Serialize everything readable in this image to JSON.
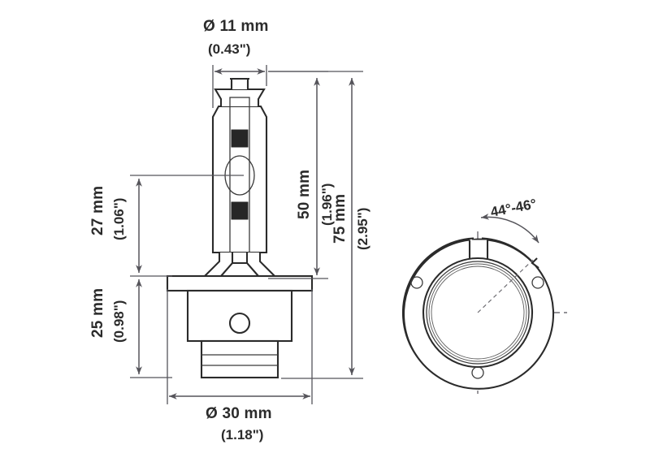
{
  "drawing": {
    "title": "D2S HID Xenon Bulb Dimension Drawing",
    "stroke_color": "#2b2b2b",
    "dimension_color": "#55545a",
    "text_color": "#2b2b2b",
    "background": "#ffffff"
  },
  "dimensions": {
    "top_diameter": {
      "label": "Ø 11 mm",
      "sub": "(0.43\")",
      "orientation": "horizontal",
      "measures": "glass envelope outer diameter"
    },
    "arc_height": {
      "label": "27  mm",
      "sub": "(1.06\")",
      "orientation": "vertical-rotated",
      "measures": "arc center to base flange"
    },
    "base_height": {
      "label": "25  mm",
      "sub": "(0.98\")",
      "orientation": "vertical-rotated",
      "measures": "base flange to bottom of base"
    },
    "glass_length": {
      "label": "50 mm",
      "sub": "(1.96\")",
      "orientation": "vertical-rotated",
      "measures": "top of bulb to base flange"
    },
    "overall_length": {
      "label": "75 mm",
      "sub": "(2.95\")",
      "orientation": "vertical-rotated",
      "measures": "total bulb length"
    },
    "base_diameter": {
      "label": "Ø 30 mm",
      "sub": "(1.18\")",
      "orientation": "horizontal",
      "measures": "base flange outer diameter"
    },
    "keyway_angle": {
      "label": "44°-46°",
      "orientation": "angled",
      "measures": "keyway notch to locating lug angle"
    }
  },
  "views": {
    "side_view": {
      "name": "side-elevation-view",
      "features": [
        "glass envelope",
        "arc tube",
        "electrodes",
        "pinch seal tip",
        "mount frame",
        "base flange",
        "base body",
        "contact ring"
      ]
    },
    "bottom_view": {
      "name": "base-bottom-view",
      "features": [
        "outer flange ring",
        "keyway notch",
        "locating lug",
        "mounting holes",
        "inner contact rings"
      ],
      "hole_count": 3
    }
  }
}
